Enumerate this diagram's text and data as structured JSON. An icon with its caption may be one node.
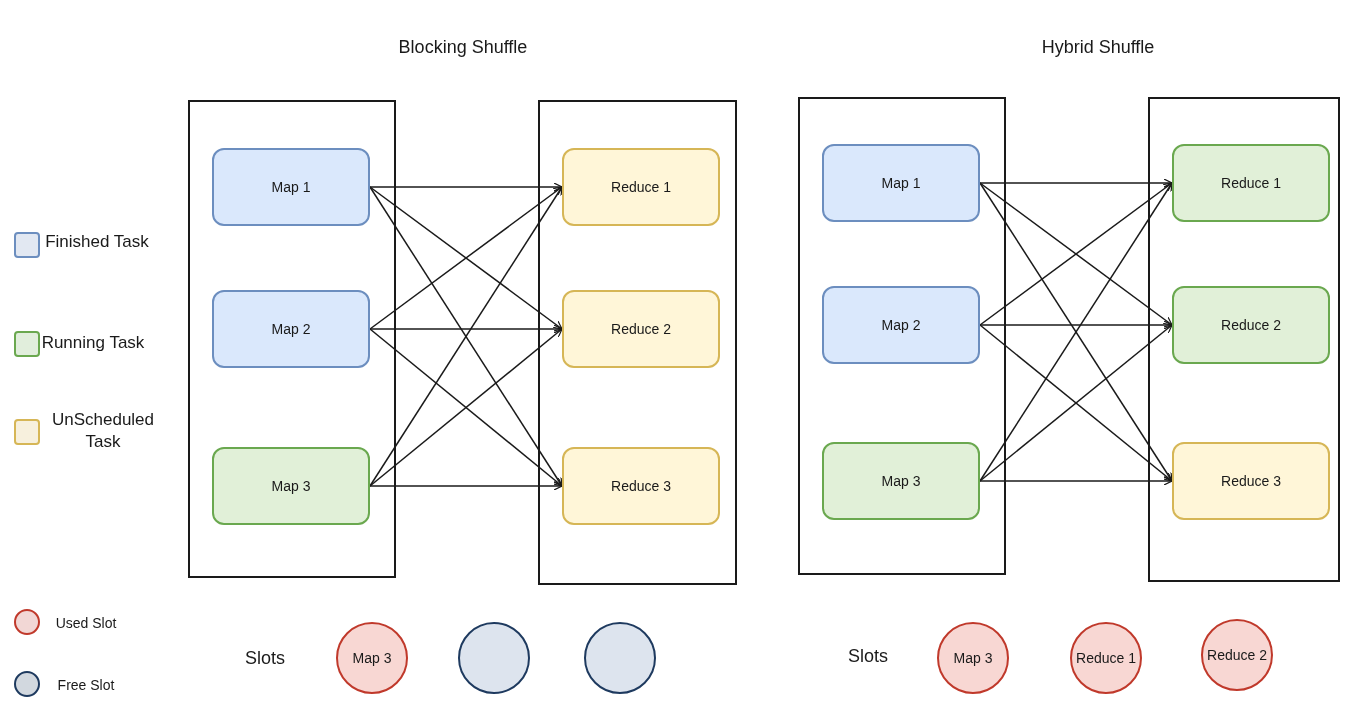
{
  "diagram": {
    "nodes": [
      {
        "text": [],
        "shape": "box"
      },
      {
        "text": [
          "Map 1"
        ],
        "in": 0
      },
      {
        "text": [
          "Map 2"
        ],
        "in": 0
      },
      {
        "text": [
          "Map 3"
        ],
        "in": 0
      },
      {
        "text": [],
        "shape": "box"
      },
      {
        "text": [
          "Reduce 1"
        ],
        "in": 4
      },
      {
        "text": [
          "Reduce 2"
        ],
        "in": 4
      },
      {
        "text": [
          "Reduce 3"
        ],
        "in": 4
      },
      {
        "text": [],
        "shape": "box"
      },
      {
        "text": [
          "Map 1"
        ],
        "in": 8
      },
      {
        "text": [
          "Map 2"
        ],
        "in": 8
      },
      {
        "text": [
          "Map 3"
        ],
        "in": 8
      },
      {
        "text": [],
        "shape": "box"
      },
      {
        "text": [
          "Reduce 1"
        ],
        "in": 12
      },
      {
        "text": [
          "Reduce 2"
        ],
        "in": 12
      },
      {
        "text": [
          "Reduce 3"
        ],
        "in": 12
      },
      {
        "text": [
          "Map 3"
        ]
      },
      {
        "text": [],
        "shape": "circle"
      },
      {
        "text": [],
        "shape": "circle"
      },
      {
        "text": [
          "Map 3"
        ]
      },
      {
        "text": [
          "Reduce 1"
        ]
      },
      {
        "text": [
          "Reduce 2"
        ]
      }
    ],
    "edges": [
      {
        "from": 1,
        "to": 5,
        "arrow": "to"
      },
      {
        "from": 1,
        "to": 6,
        "arrow": "to"
      },
      {
        "from": 1,
        "to": 7,
        "arrow": "to"
      },
      {
        "from": 2,
        "to": 5,
        "arrow": "to"
      },
      {
        "from": 2,
        "to": 6,
        "arrow": "to"
      },
      {
        "from": 2,
        "to": 7,
        "arrow": "to"
      },
      {
        "from": 3,
        "to": 5,
        "arrow": "to"
      },
      {
        "from": 3,
        "to": 6,
        "arrow": "to"
      },
      {
        "from": 3,
        "to": 7,
        "arrow": "to"
      },
      {
        "from": 9,
        "to": 13,
        "arrow": "to"
      },
      {
        "from": 9,
        "to": 14,
        "arrow": "to"
      },
      {
        "from": 9,
        "to": 15,
        "arrow": "to"
      },
      {
        "from": 10,
        "to": 13,
        "arrow": "to"
      },
      {
        "from": 10,
        "to": 14,
        "arrow": "to"
      },
      {
        "from": 10,
        "to": 15,
        "arrow": "to"
      },
      {
        "from": 11,
        "to": 13,
        "arrow": "to"
      },
      {
        "from": 11,
        "to": 14,
        "arrow": "to"
      },
      {
        "from": 11,
        "to": 15,
        "arrow": "to"
      }
    ],
    "labels": [
      "Blocking Shuffle",
      "Hybrid Shuffle",
      "Slots",
      "Slots"
    ],
    "legend": [
      {
        "text": "Finished Task",
        "color": "#6c8ebf"
      },
      {
        "text": "Running Task",
        "color": "#6aa84f"
      },
      {
        "text": "UnScheduled Task",
        "color": "#d6b656"
      },
      {
        "text": "Used Slot",
        "color": "#c0392b"
      },
      {
        "text": "Free Slot",
        "color": "#1e3a5f"
      }
    ]
  }
}
